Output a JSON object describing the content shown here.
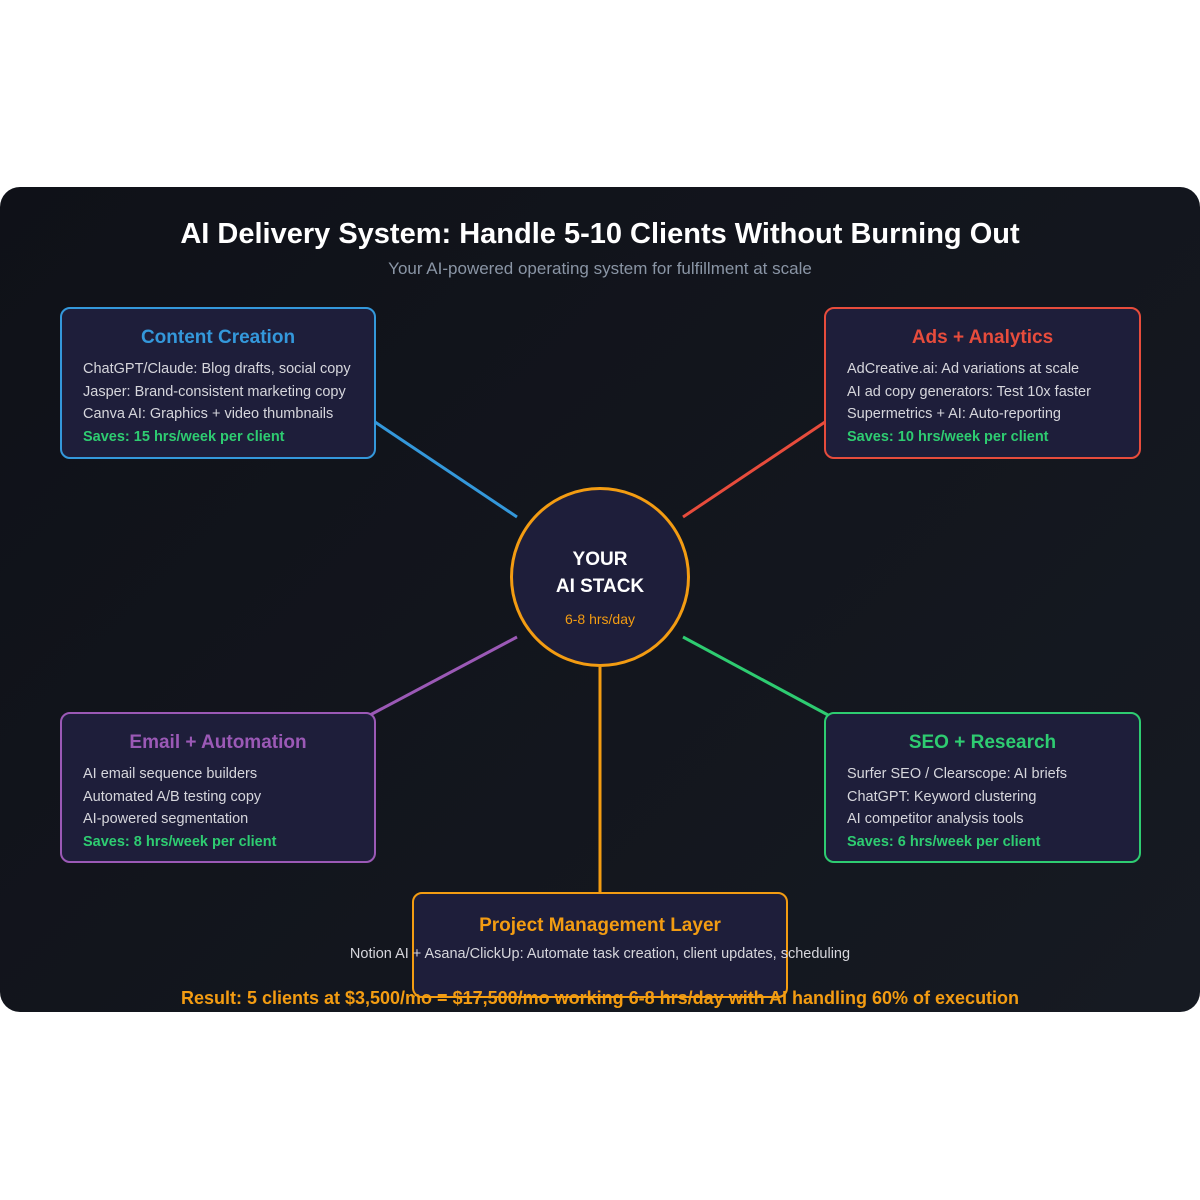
{
  "title": "AI Delivery System: Handle 5-10 Clients Without Burning Out",
  "subtitle": "Your AI-powered operating system for fulfillment at scale",
  "hub": {
    "line1": "YOUR",
    "line2": "AI STACK",
    "hours": "6-8 hrs/day"
  },
  "colors": {
    "content": "#3498db",
    "ads": "#e74c3c",
    "email": "#9b59b6",
    "seo": "#2ecc71",
    "pm": "#f39c12"
  },
  "boxes": {
    "content": {
      "title": "Content Creation",
      "items": [
        "ChatGPT/Claude: Blog drafts, social copy",
        "Jasper: Brand-consistent marketing copy",
        "Canva AI: Graphics + video thumbnails"
      ],
      "saves": "Saves: 15 hrs/week per client"
    },
    "ads": {
      "title": "Ads + Analytics",
      "items": [
        "AdCreative.ai: Ad variations at scale",
        "AI ad copy generators: Test 10x faster",
        "Supermetrics + AI: Auto-reporting"
      ],
      "saves": "Saves: 10 hrs/week per client"
    },
    "email": {
      "title": "Email + Automation",
      "items": [
        "AI email sequence builders",
        "Automated A/B testing copy",
        "AI-powered segmentation"
      ],
      "saves": "Saves: 8 hrs/week per client"
    },
    "seo": {
      "title": "SEO + Research",
      "items": [
        "Surfer SEO / Clearscope: AI briefs",
        "ChatGPT: Keyword clustering",
        "AI competitor analysis tools"
      ],
      "saves": "Saves: 6 hrs/week per client"
    }
  },
  "pm": {
    "title": "Project Management Layer",
    "text": "Notion AI + Asana/ClickUp: Automate task creation, client updates, scheduling"
  },
  "result": "Result: 5 clients at $3,500/mo = $17,500/mo working 6-8 hrs/day with AI handling 60% of execution"
}
